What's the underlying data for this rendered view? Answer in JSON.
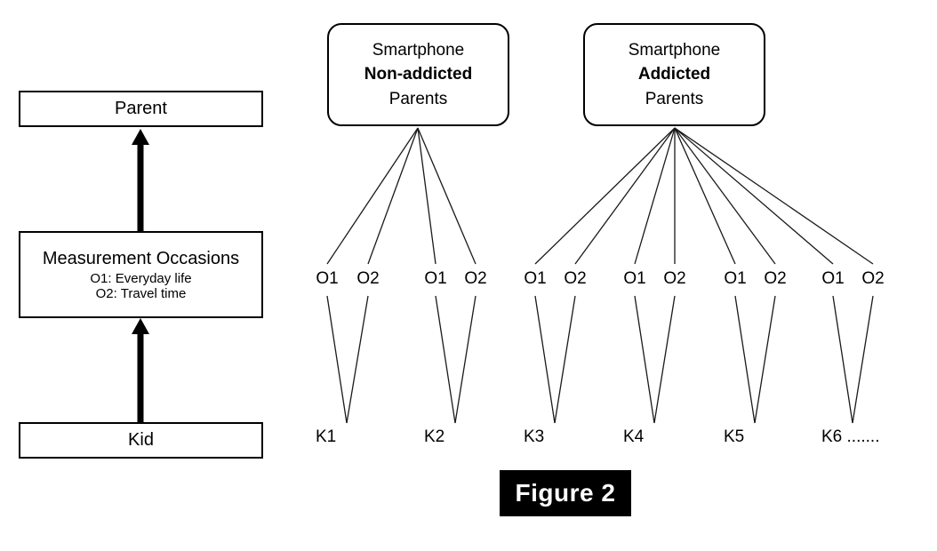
{
  "figure": {
    "caption": "Figure 2",
    "caption_bg": "#000000",
    "caption_fg": "#ffffff"
  },
  "left_panel": {
    "levels": [
      {
        "id": "parent",
        "label": "Parent"
      },
      {
        "id": "measurement-occasions",
        "label": "Measurement Occasions",
        "sub_lines": [
          "O1: Everyday life",
          "O2: Travel time"
        ]
      },
      {
        "id": "kid",
        "label": "Kid"
      }
    ],
    "arrows": [
      {
        "from": "kid",
        "to": "measurement-occasions",
        "direction": "up"
      },
      {
        "from": "measurement-occasions",
        "to": "parent",
        "direction": "up"
      }
    ]
  },
  "right_panel": {
    "groups": [
      {
        "id": "non-addicted",
        "line1": "Smartphone",
        "line2": "Non-addicted",
        "line2_bold": true,
        "line3": "Parents",
        "kids": [
          "K1",
          "K2"
        ],
        "occasions_per_kid": [
          "O1",
          "O2"
        ],
        "fan_count": 4
      },
      {
        "id": "addicted",
        "line1": "Smartphone",
        "line2": "Addicted",
        "line2_bold": true,
        "line3": "Parents",
        "kids": [
          "K3",
          "K4",
          "K5",
          "K6 ......."
        ],
        "occasions_per_kid": [
          "O1",
          "O2"
        ],
        "fan_count": 8
      }
    ],
    "occasion_labels": [
      "O1",
      "O2",
      "O1",
      "O2",
      "O1",
      "O2",
      "O1",
      "O2",
      "O1",
      "O2",
      "O1",
      "O2"
    ],
    "kid_labels": [
      "K1",
      "K2",
      "K3",
      "K4",
      "K5",
      "K6 ......."
    ]
  },
  "colors": {
    "stroke": "#000000",
    "background": "#ffffff",
    "thin_line": "#1a1a1a"
  }
}
